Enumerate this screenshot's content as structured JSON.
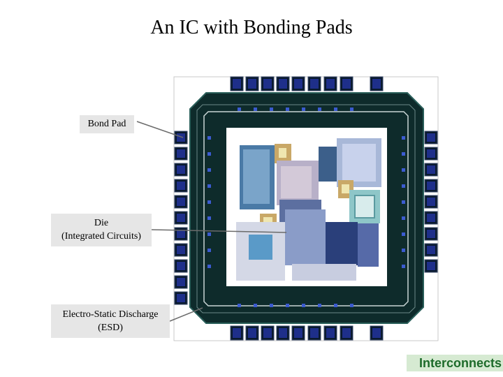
{
  "title": "An IC with Bonding Pads",
  "callouts": {
    "bond_pad": "Bond Pad",
    "die_line1": "Die",
    "die_line2": "(Integrated Circuits)",
    "esd_line1": "Electro-Static Discharge",
    "esd_line2": "(ESD)"
  },
  "footer": "Interconnects",
  "colors": {
    "pad_frame": "#0a1a2e",
    "pad_inner": "#1e2f8a",
    "ring": "#0f3a3a",
    "die_bg": "#ffffff",
    "callout_bg": "#e6e6e6",
    "footer_bg": "#d6ead2",
    "footer_text": "#1d6b2a"
  }
}
